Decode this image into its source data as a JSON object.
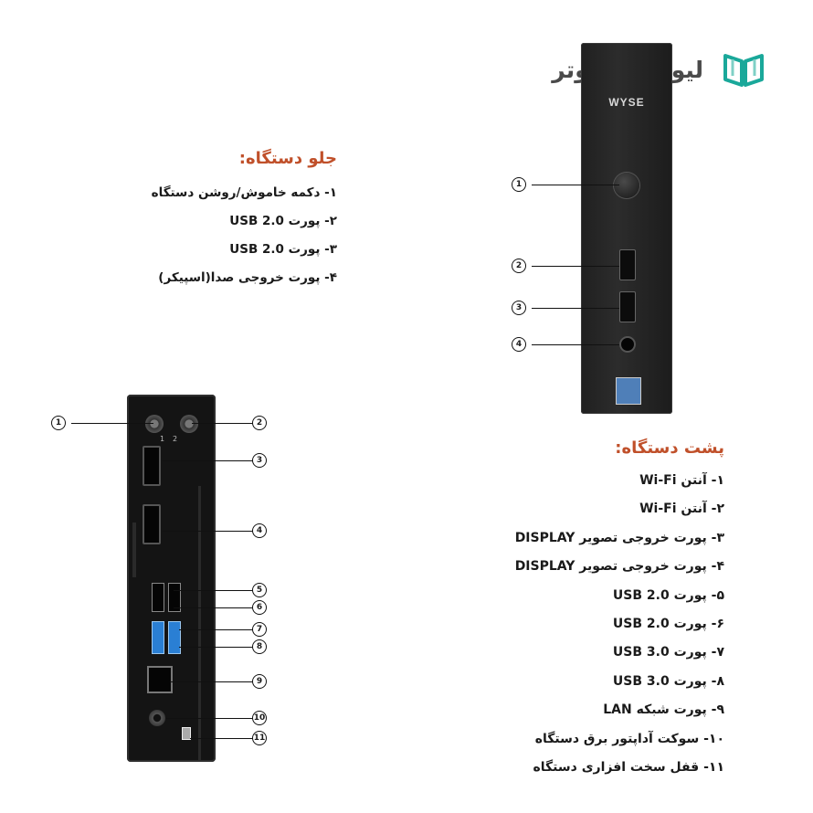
{
  "logo": {
    "text": "لیون کامپیوتر",
    "icon": "book-logo-icon",
    "color": "#1aa89a"
  },
  "front": {
    "title": "جلو دستگاه:",
    "items": [
      "۱- دکمه خاموش/روشن دستگاه",
      "۲- پورت USB 2.0",
      "۳- پورت USB 2.0",
      "۴- پورت خروجی صدا(اسپیکر)"
    ],
    "device_label": "WYSE",
    "callouts": [
      "1",
      "2",
      "3",
      "4"
    ]
  },
  "back": {
    "title": "پشت دستگاه:",
    "items": [
      "۱- آنتن Wi-Fi",
      "۲- آنتن Wi-Fi",
      "۳- پورت خروجی تصویر DISPLAY",
      "۴- پورت خروجی تصویر DISPLAY",
      "۵- پورت USB 2.0",
      "۶- پورت USB 2.0",
      "۷- پورت USB 3.0",
      "۸- پورت USB 3.0",
      "۹- پورت شبکه LAN",
      "۱۰- سوکت آداپتور برق دستگاه",
      "۱۱- قفل سخت افزاری دستگاه"
    ],
    "antenna_labels": [
      "1",
      "2"
    ],
    "callouts": [
      "1",
      "2",
      "3",
      "4",
      "5",
      "6",
      "7",
      "8",
      "9",
      "10",
      "11"
    ]
  },
  "colors": {
    "title": "#c0502a",
    "usb3": "#2a7fd4"
  }
}
